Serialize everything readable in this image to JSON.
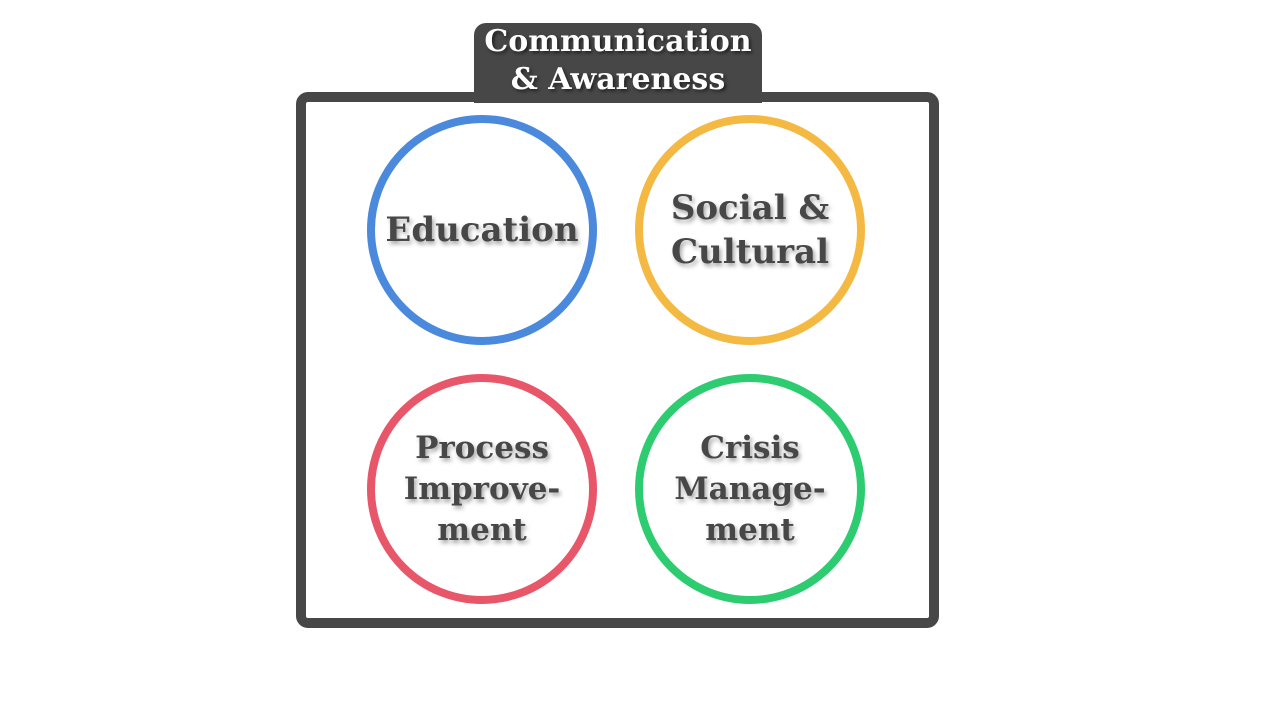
{
  "title": {
    "line1": "Communication",
    "line2": "& Awareness"
  },
  "circles": [
    {
      "lines": [
        "Education"
      ],
      "color": "#4a89dc"
    },
    {
      "lines": [
        "Social &",
        "Cultural"
      ],
      "color": "#f4b942"
    },
    {
      "lines": [
        "Process",
        "Improve-",
        "ment"
      ],
      "color": "#e8566a"
    },
    {
      "lines": [
        "Crisis",
        "Manage-",
        "ment"
      ],
      "color": "#2ecc71"
    }
  ],
  "frame_color": "#474747"
}
